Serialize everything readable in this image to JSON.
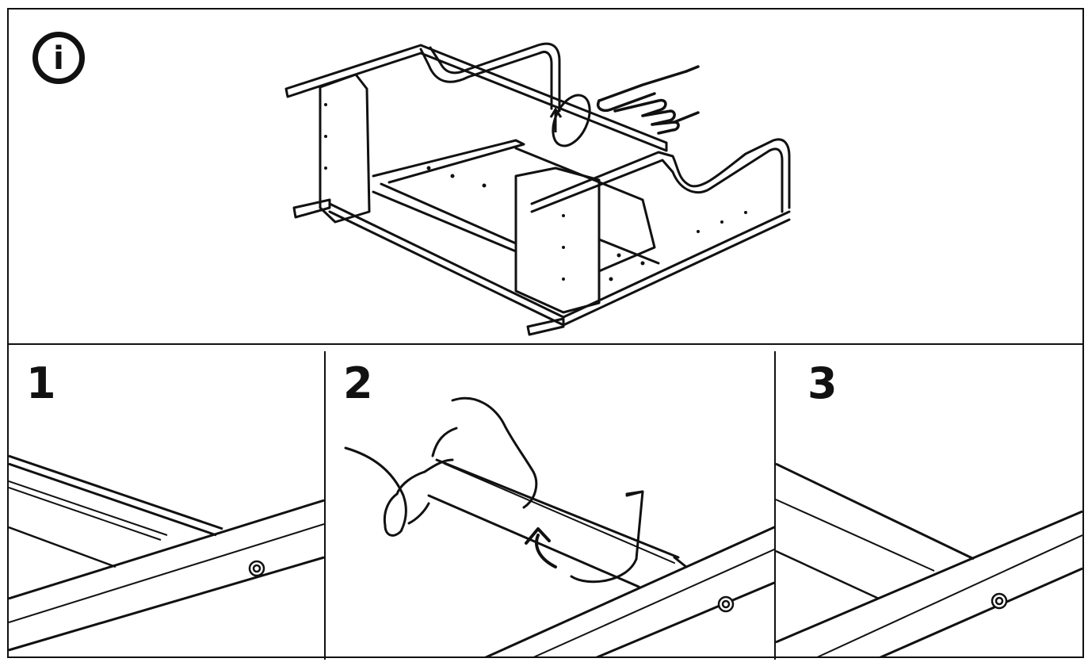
{
  "info": {
    "glyph": "i",
    "icon": "info-icon"
  },
  "steps": [
    {
      "number": "1",
      "icon": "rail-icon"
    },
    {
      "number": "2",
      "icon": "peel-tape-icon"
    },
    {
      "number": "3",
      "icon": "rail-icon"
    }
  ],
  "colors": {
    "ink": "#111111",
    "paper": "#ffffff"
  }
}
